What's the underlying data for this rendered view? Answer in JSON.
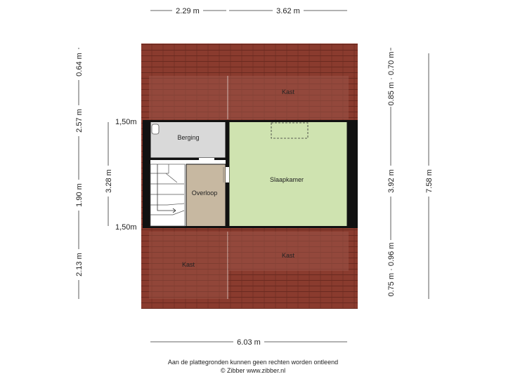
{
  "dimensions": {
    "top_left": "2.29 m",
    "top_right": "3.62 m",
    "bottom": "6.03 m",
    "left_top": "0.64 m",
    "left_mid1": "2.57 m",
    "left_mid2": "1.90 m",
    "left_bottom": "2.13 m",
    "left_inner": "3.28 m",
    "height_150_top": "1,50m",
    "height_150_bottom": "1,50m",
    "right_top": "0.85 m · 0.70 m",
    "right_mid": "3.92 m",
    "right_bottom": "0.75 m · 0.96 m",
    "right_total": "7.58 m"
  },
  "rooms": {
    "kast_top": "Kast",
    "berging": "Berging",
    "overloop": "Overloop",
    "slaapkamer": "Slaapkamer",
    "kast_bottom_left": "Kast",
    "kast_bottom_right": "Kast"
  },
  "footer": {
    "line1": "Aan de plattegronden kunnen geen rechten worden ontleend",
    "line2": "© Zibber www.zibber.nl"
  },
  "colors": {
    "roof": "#8a3b2e",
    "roof_line": "#6a2a20",
    "slaapkamer": "#cfe3b0",
    "berging": "#d9d9d9",
    "overloop": "#c7b8a1",
    "wall": "#111111"
  }
}
